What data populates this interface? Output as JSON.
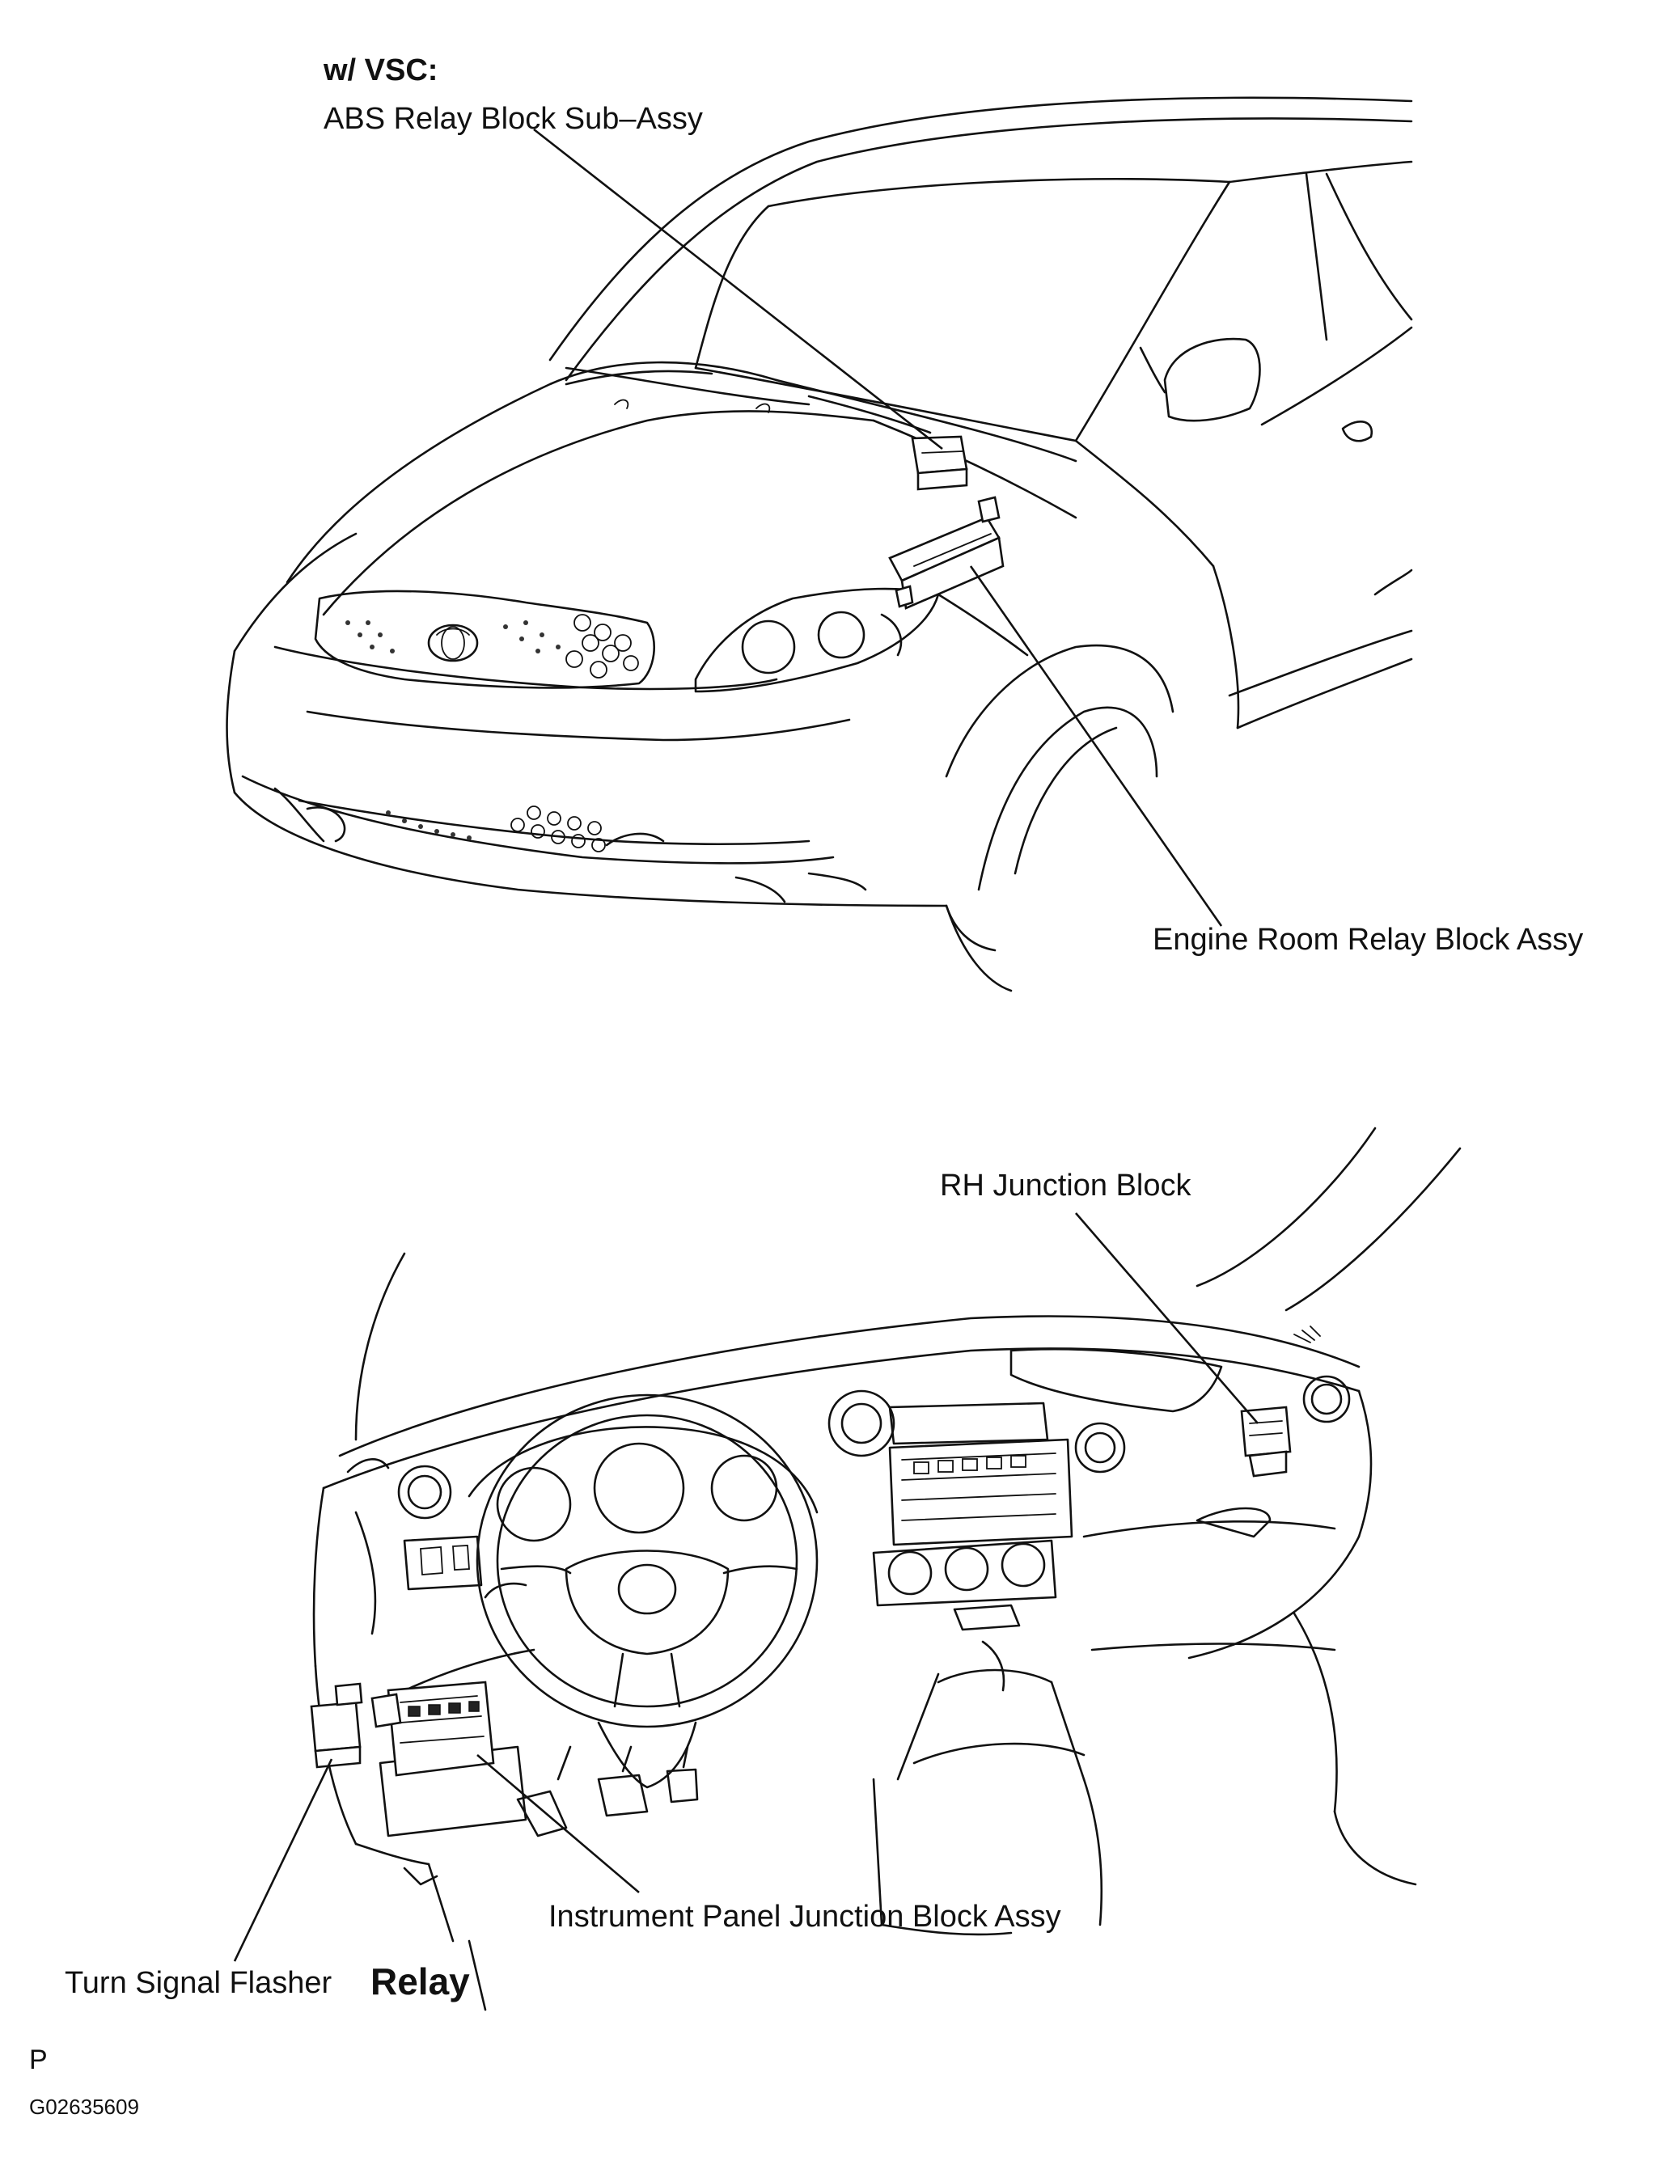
{
  "labels": {
    "vsc_condition": "w/ VSC:",
    "abs_relay_block": "ABS Relay Block Sub–Assy",
    "engine_room_relay_block": "Engine Room Relay Block Assy",
    "rh_junction_block": "RH Junction Block",
    "instrument_panel_junction_block": "Instrument Panel Junction Block Assy",
    "turn_signal_flasher": "Turn Signal Flasher",
    "relay": "Relay"
  },
  "footer": {
    "marker": "P",
    "figure_code": "G02635609"
  }
}
